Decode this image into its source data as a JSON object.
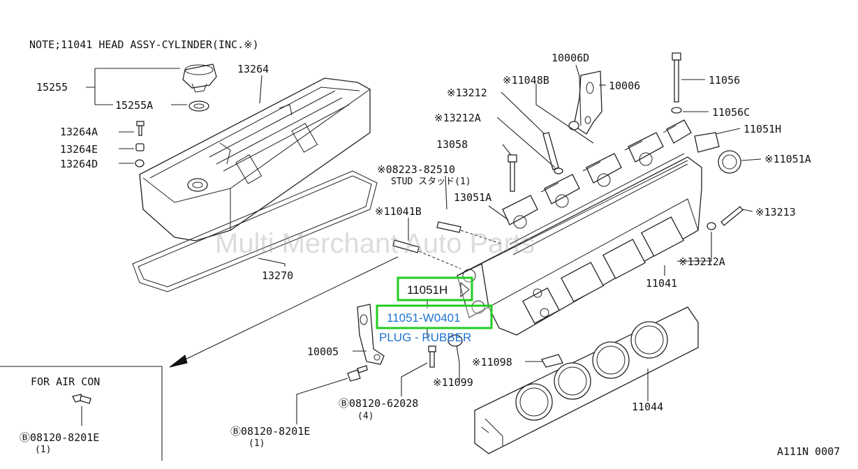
{
  "note": "NOTE;11041 HEAD ASSY-CYLINDER(INC.※)",
  "watermark": "Multi Merchant Auto Parts",
  "footer_code": "A111N 0007",
  "inset_title": "FOR AIR CON",
  "labels": {
    "p15255": "15255",
    "p15255A": "15255A",
    "p13264": "13264",
    "p13264A": "13264A",
    "p13264E": "13264E",
    "p13264D": "13264D",
    "p13270": "13270",
    "p10006D": "10006D",
    "p10006": "10006",
    "p11048B": "※11048B",
    "p13212": "※13212",
    "p13212A_top": "※13212A",
    "p13058": "13058",
    "p08223": "※08223-82510",
    "stud": "STUD スタッド(1)",
    "p13051A": "13051A",
    "p11041B": "※11041B",
    "p11056": "11056",
    "p11056C": "11056C",
    "p11051H_right": "11051H",
    "p11051A": "※11051A",
    "p13213": "※13213",
    "p13212A_right": "※13212A",
    "p11041": "11041",
    "p10005": "10005",
    "p11098": "※11098",
    "p11099": "※11099",
    "p08120_62028": "Ⓑ08120-62028",
    "qty4": "(4)",
    "p08120_8201E": "Ⓑ08120-8201E",
    "qty1": "(1)",
    "p11044": "11044",
    "inset_part": "Ⓑ08120-8201E",
    "inset_qty": "(1)"
  },
  "highlights": {
    "box1": "11051H",
    "box2": "11051-W0401",
    "plug_label": "PLUG - RUBBER"
  },
  "colors": {
    "highlight_border": "#22cc22",
    "highlight_text": "#1e73d2"
  }
}
